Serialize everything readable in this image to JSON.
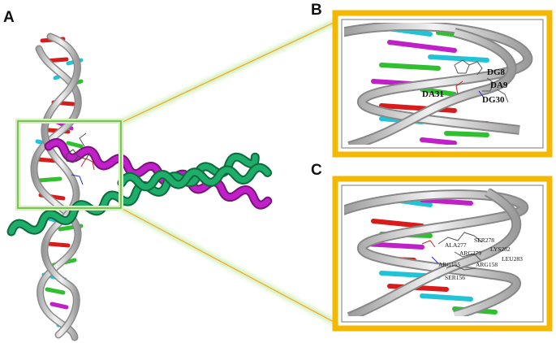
{
  "panels": {
    "a": {
      "letter": "A"
    },
    "b": {
      "letter": "B"
    },
    "c": {
      "letter": "C"
    }
  },
  "panel_b_labels": [
    "DG8",
    "DA9",
    "DA31",
    "DG30"
  ],
  "panel_c_labels": [
    "SER278",
    "ALA277",
    "LYS282",
    "ARG279",
    "LEU283",
    "ARG155",
    "ARG158",
    "SER156"
  ],
  "colors": {
    "frame": "#f5b800",
    "zoom_box": "#6fbf3b",
    "connector": "#b8e08a",
    "helix_green": "#1f9e63",
    "helix_magenta": "#b21fb0",
    "base_red": "#d81b1b",
    "base_cyan": "#21c4d6",
    "base_green": "#2fbf2f",
    "base_magenta": "#c020c8",
    "backbone": "#d8d8d8"
  },
  "icons": [
    "dna-double-helix",
    "protein-alpha-helix",
    "ligand-sticks"
  ]
}
